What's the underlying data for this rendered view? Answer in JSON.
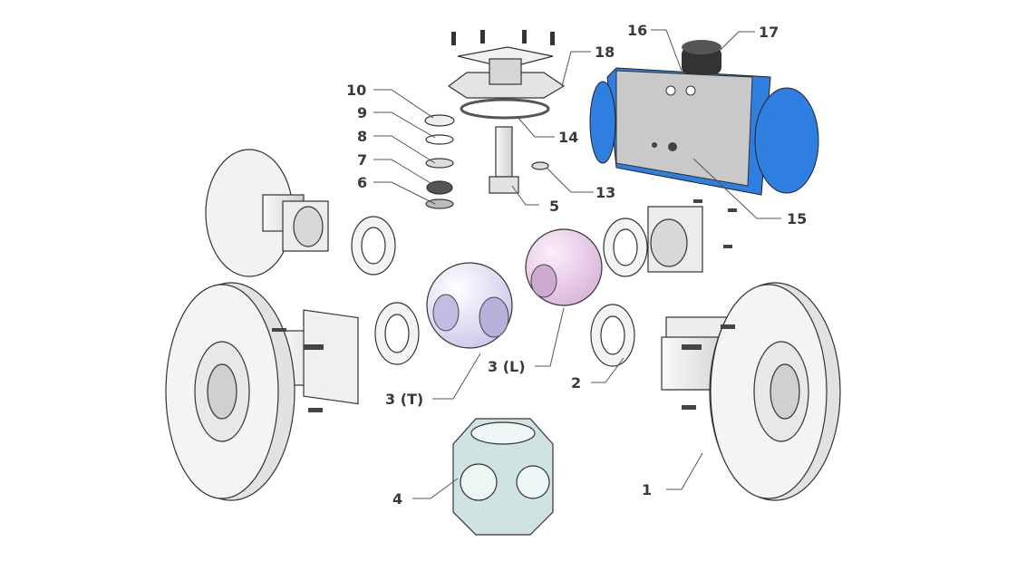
{
  "title": "3-way ball valve exploded view",
  "colors": {
    "label": "#3a3a3a",
    "actuator_blue": "#2f7fe0",
    "actuator_body": "#c9c9c9",
    "ball_T": "#e4e2f5",
    "ball_L": "#f0d6ef",
    "body": "#cfe3e3",
    "metal": "#f0f0f0"
  },
  "labels": [
    {
      "id": "1",
      "text": "1"
    },
    {
      "id": "2",
      "text": "2"
    },
    {
      "id": "3T",
      "text": "3 (T)"
    },
    {
      "id": "3L",
      "text": "3 (L)"
    },
    {
      "id": "4",
      "text": "4"
    },
    {
      "id": "5",
      "text": "5"
    },
    {
      "id": "6",
      "text": "6"
    },
    {
      "id": "7",
      "text": "7"
    },
    {
      "id": "8",
      "text": "8"
    },
    {
      "id": "9",
      "text": "9"
    },
    {
      "id": "10",
      "text": "10"
    },
    {
      "id": "13",
      "text": "13"
    },
    {
      "id": "14",
      "text": "14"
    },
    {
      "id": "15",
      "text": "15"
    },
    {
      "id": "16",
      "text": "16"
    },
    {
      "id": "17",
      "text": "17"
    },
    {
      "id": "18",
      "text": "18"
    }
  ]
}
